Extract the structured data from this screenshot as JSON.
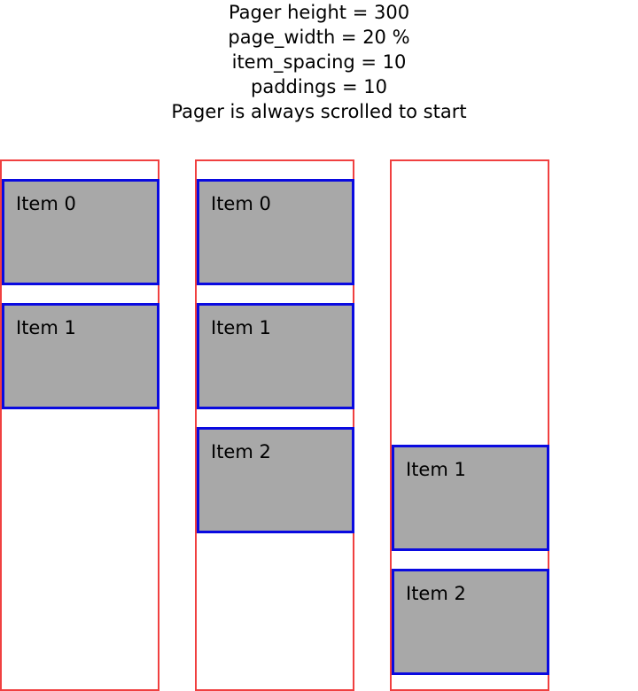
{
  "caption": {
    "lines": [
      "Pager height = 300",
      "page_width = 20 %",
      "item_spacing = 10",
      "paddings = 10",
      "Pager is always scrolled to start"
    ]
  },
  "pagers": [
    {
      "items": [
        {
          "label": "Item 0"
        },
        {
          "label": "Item 1"
        }
      ]
    },
    {
      "items": [
        {
          "label": "Item 0"
        },
        {
          "label": "Item 1"
        },
        {
          "label": "Item 2"
        }
      ]
    },
    {
      "items": [
        {
          "label": "Item 1"
        },
        {
          "label": "Item 2"
        }
      ]
    }
  ],
  "colors": {
    "pager_border": "#f04040",
    "item_border": "#0a0ae0",
    "item_fill": "#a8a8a8"
  }
}
